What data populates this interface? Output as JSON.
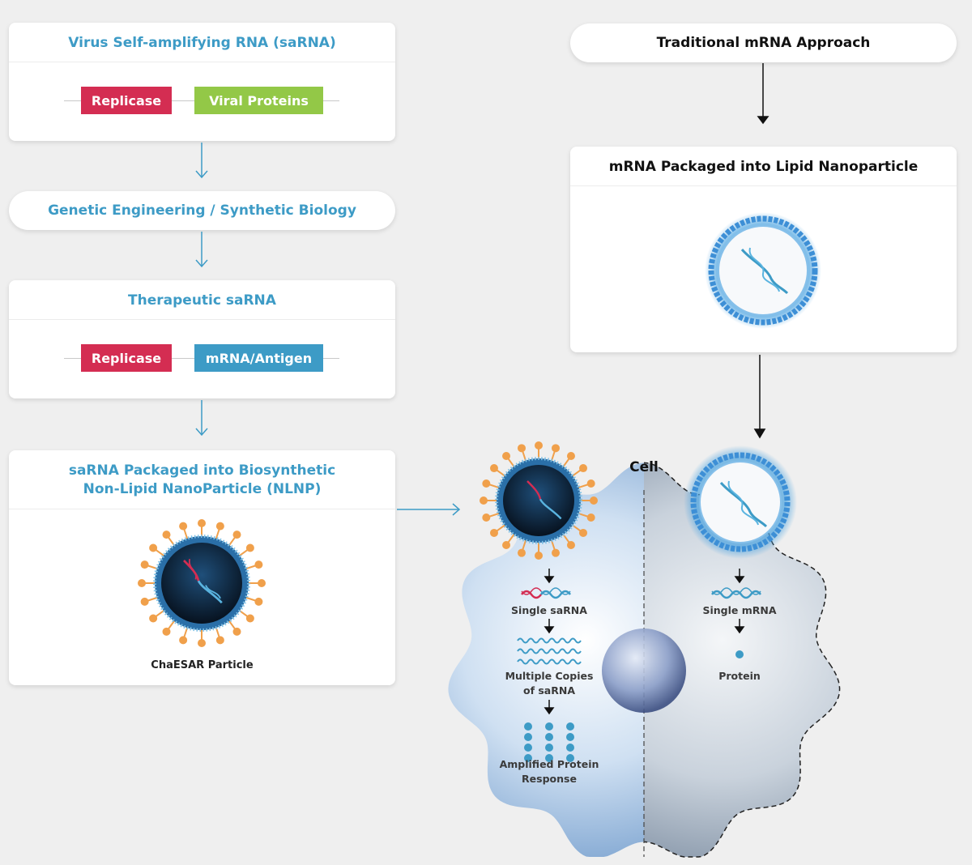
{
  "left": {
    "card1": {
      "title": "Virus Self-amplifying RNA (saRNA)",
      "gene_a": "Replicase",
      "gene_b": "Viral Proteins"
    },
    "pill2": {
      "title": "Genetic Engineering / Synthetic Biology"
    },
    "card3": {
      "title": "Therapeutic saRNA",
      "gene_a": "Replicase",
      "gene_b": "mRNA/Antigen"
    },
    "card4": {
      "title_line1": "saRNA Packaged into Biosynthetic",
      "title_line2": "Non-Lipid NanoParticle (NLNP)",
      "particle_label": "ChaESAR Particle"
    }
  },
  "right": {
    "pill1": {
      "title": "Traditional mRNA Approach"
    },
    "card2": {
      "title": "mRNA Packaged into Lipid Nanoparticle"
    }
  },
  "cell": {
    "label": "Cell",
    "sarna_steps": {
      "single": "Single saRNA",
      "copies_line1": "Multiple Copies",
      "copies_line2": "of saRNA",
      "amplified_line1": "Amplified Protein",
      "amplified_line2": "Response"
    },
    "mrna_steps": {
      "single": "Single mRNA",
      "protein": "Protein"
    }
  },
  "colors": {
    "accent_blue": "#3d9bc6",
    "replicase_red": "#d42d52",
    "viral_green": "#93c847",
    "antigen_blue": "#3d9bc6",
    "spike_orange": "#f0a04b"
  }
}
